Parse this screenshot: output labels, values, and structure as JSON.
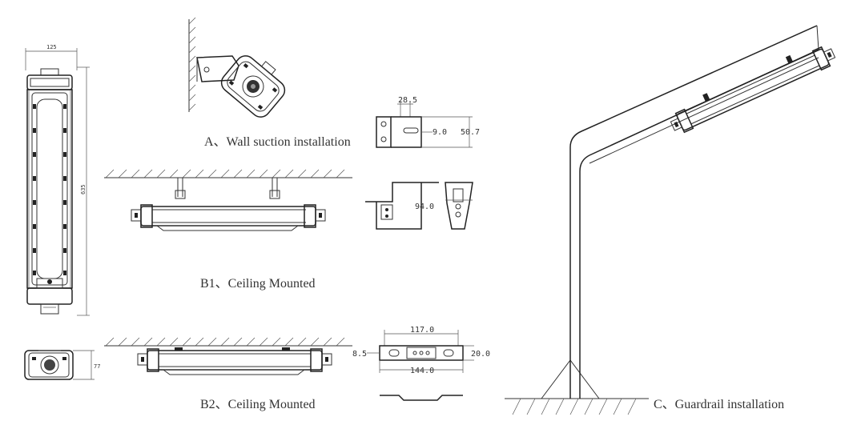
{
  "captions": {
    "wall": "A、Wall suction installation",
    "ceiling1": "B1、Ceiling Mounted",
    "ceiling2": "B2、Ceiling Mounted",
    "guardrail": "C、Guardrail installation"
  },
  "dimensions": {
    "front_width": "125",
    "front_height": "635",
    "side_height": "77",
    "wall_bracket_top": "28.5",
    "wall_bracket_mid": "9.0",
    "wall_bracket_right": "50.7",
    "ceiling1_bracket": "94.0",
    "ceiling2_top": "117.0",
    "ceiling2_left": "8.5",
    "ceiling2_right": "20.0",
    "ceiling2_bottom": "144.0"
  }
}
